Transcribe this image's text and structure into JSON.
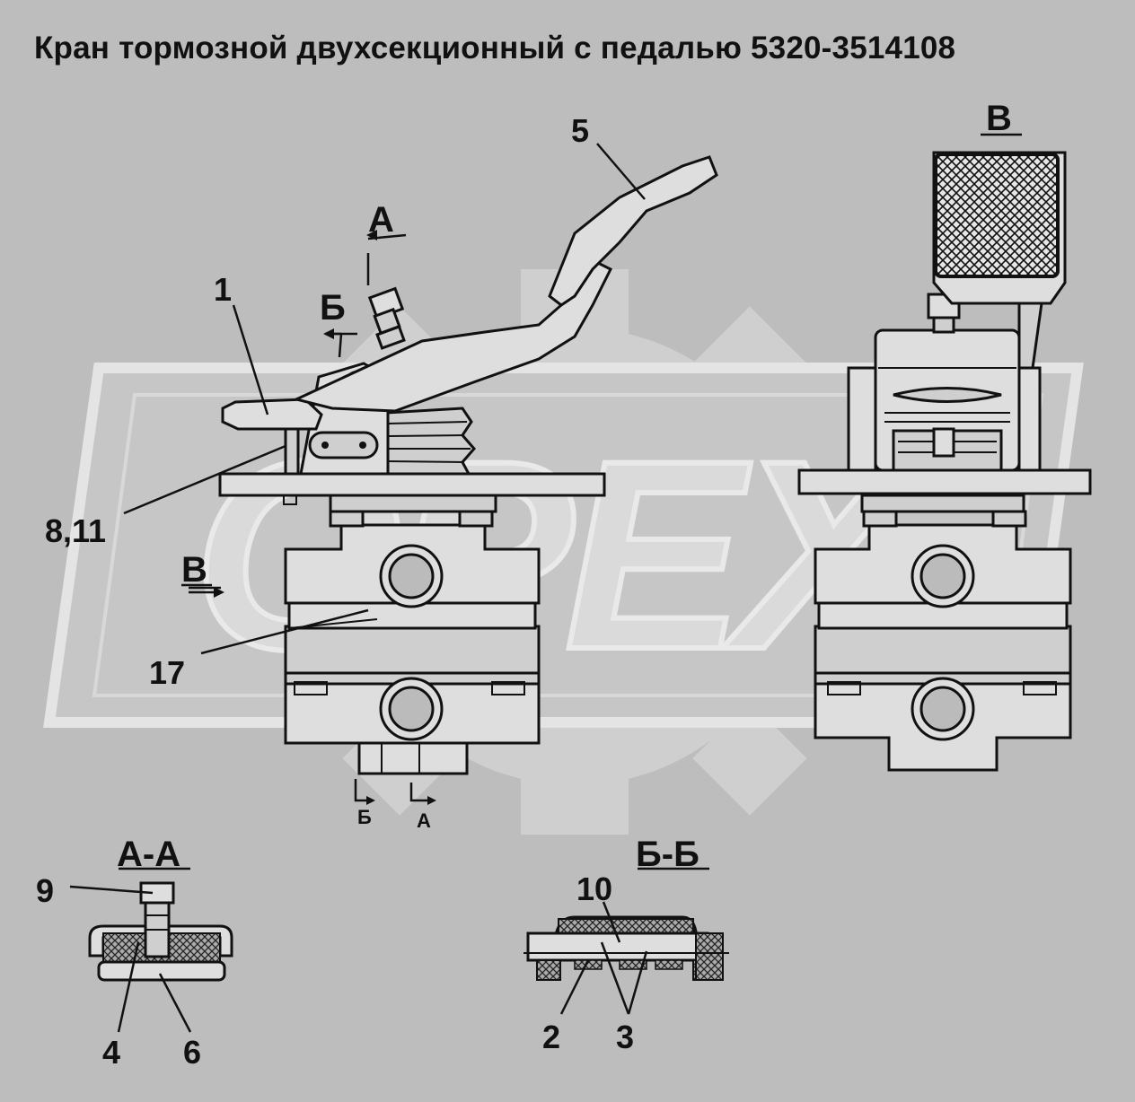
{
  "title": "Кран тормозной двухсекционный с педалью 5320-3514108",
  "views": {
    "view_v_label": "В",
    "direction_v_label": "В",
    "arrow_a_label": "А",
    "arrow_b_label": "Б",
    "cut_b_label": "Б",
    "cut_a_label": "А",
    "section_aa_label": "А-А",
    "section_bb_label": "Б-Б"
  },
  "callouts": {
    "c1": "1",
    "c5": "5",
    "c8_11": "8,11",
    "c17": "17",
    "c9": "9",
    "c4": "4",
    "c6": "6",
    "c10": "10",
    "c2": "2",
    "c3": "3"
  },
  "watermark": {
    "text": "OPEX"
  },
  "colors": {
    "background": "#bdbdbd",
    "line": "#111111",
    "watermark": "#d4d4d4"
  }
}
